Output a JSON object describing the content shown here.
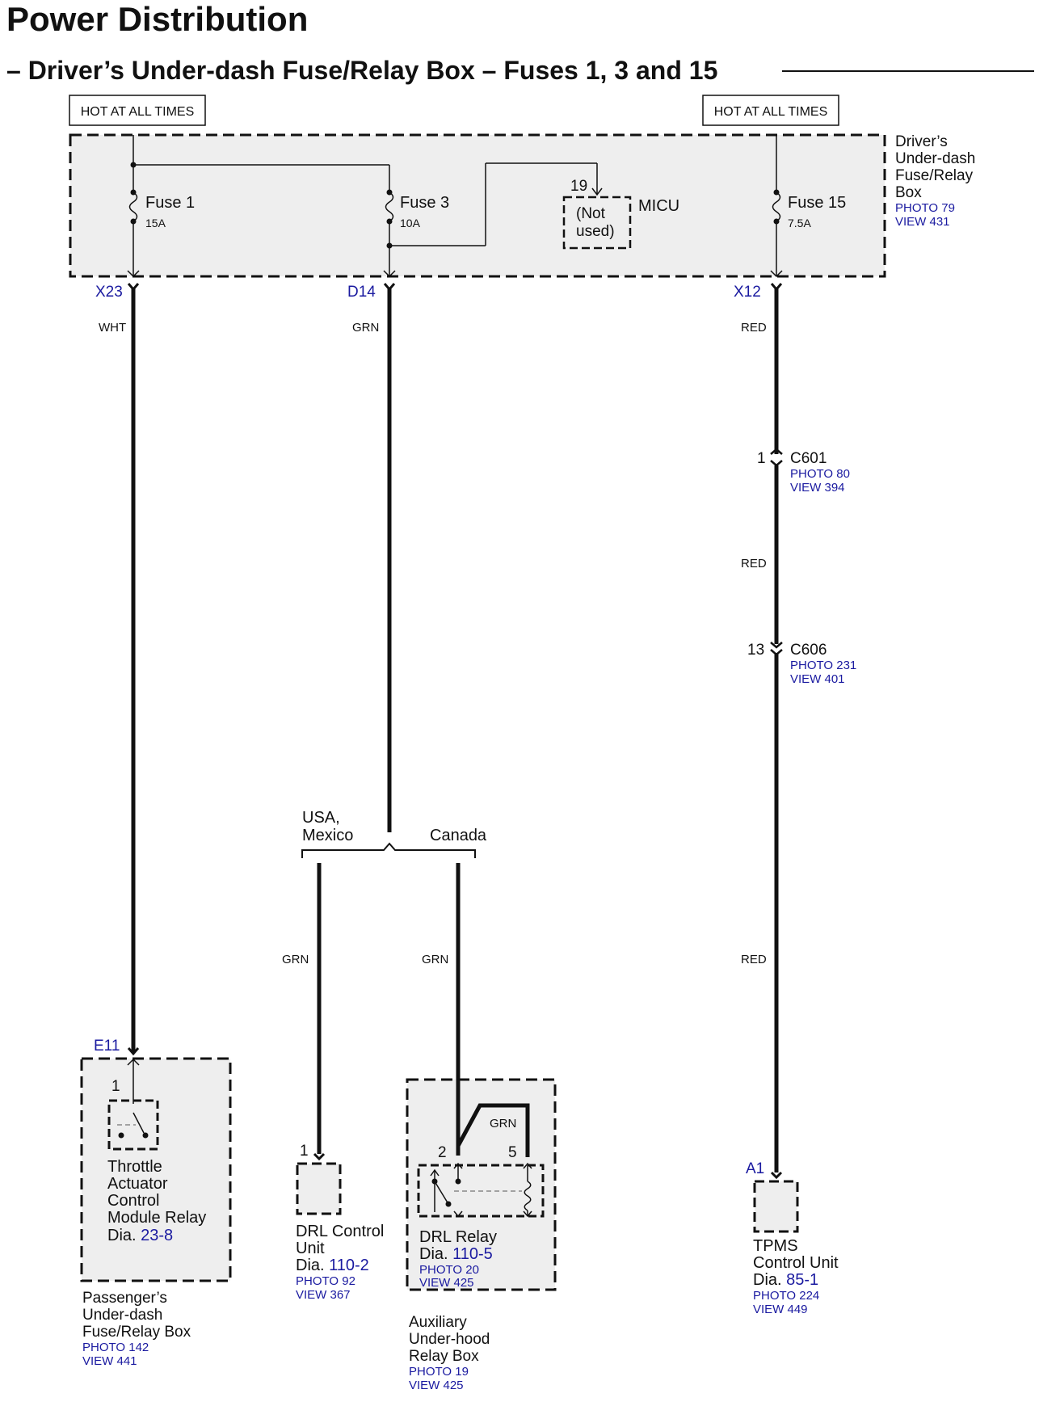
{
  "title": "Power Distribution",
  "subtitle": "– Driver’s Under-dash Fuse/Relay Box – Fuses 1, 3 and 15",
  "hot_labels": [
    "HOT AT ALL TIMES",
    "HOT AT ALL TIMES"
  ],
  "fuse_box": {
    "name_lines": [
      "Driver’s",
      "Under-dash",
      "Fuse/Relay",
      "Box"
    ],
    "photo": "PHOTO 79",
    "view": "VIEW 431"
  },
  "fuses": [
    {
      "name": "Fuse 1",
      "rating": "15A"
    },
    {
      "name": "Fuse 3",
      "rating": "10A"
    },
    {
      "name": "Fuse 15",
      "rating": "7.5A"
    }
  ],
  "micu": {
    "pin": "19",
    "name": "MICU",
    "note_lines": [
      "(Not",
      "used)"
    ]
  },
  "terminals": {
    "x23": "X23",
    "d14": "D14",
    "x12": "X12",
    "e11": "E11",
    "a1": "A1"
  },
  "wire_colors": {
    "wht": "WHT",
    "grn_top": "GRN",
    "red_top": "RED",
    "red_mid": "RED",
    "red_low": "RED",
    "grn_left": "GRN",
    "grn_right": "GRN",
    "grn_relay": "GRN"
  },
  "connectors": [
    {
      "pin": "1",
      "name": "C601",
      "photo": "PHOTO 80",
      "view": "VIEW 394"
    },
    {
      "pin": "13",
      "name": "C606",
      "photo": "PHOTO 231",
      "view": "VIEW 401"
    }
  ],
  "branch": {
    "left_lines": [
      "USA,",
      "Mexico"
    ],
    "right": "Canada"
  },
  "components": {
    "tac": {
      "pin": "1",
      "name_lines": [
        "Throttle",
        "Actuator",
        "Control",
        "Module Relay"
      ],
      "dia_prefix": "Dia.",
      "dia_ref": "23-8"
    },
    "pass_box": {
      "name_lines": [
        "Passenger’s",
        "Under-dash",
        "Fuse/Relay Box"
      ],
      "photo": "PHOTO 142",
      "view": "VIEW 441"
    },
    "drl_ctrl": {
      "pin": "1",
      "name_lines": [
        "DRL Control",
        "Unit"
      ],
      "dia_prefix": "Dia.",
      "dia_ref": "110-2",
      "photo": "PHOTO 92",
      "view": "VIEW 367"
    },
    "drl_relay": {
      "pin_left": "2",
      "pin_right": "5",
      "name": "DRL Relay",
      "dia_prefix": "Dia.",
      "dia_ref": "110-5",
      "photo": "PHOTO 20",
      "view": "VIEW 425"
    },
    "aux_box": {
      "name_lines": [
        "Auxiliary",
        "Under-hood",
        "Relay Box"
      ],
      "photo": "PHOTO 19",
      "view": "VIEW 425"
    },
    "tpms": {
      "name_lines": [
        "TPMS",
        "Control Unit"
      ],
      "dia_prefix": "Dia.",
      "dia_ref": "85-1",
      "photo": "PHOTO 224",
      "view": "VIEW 449"
    }
  }
}
